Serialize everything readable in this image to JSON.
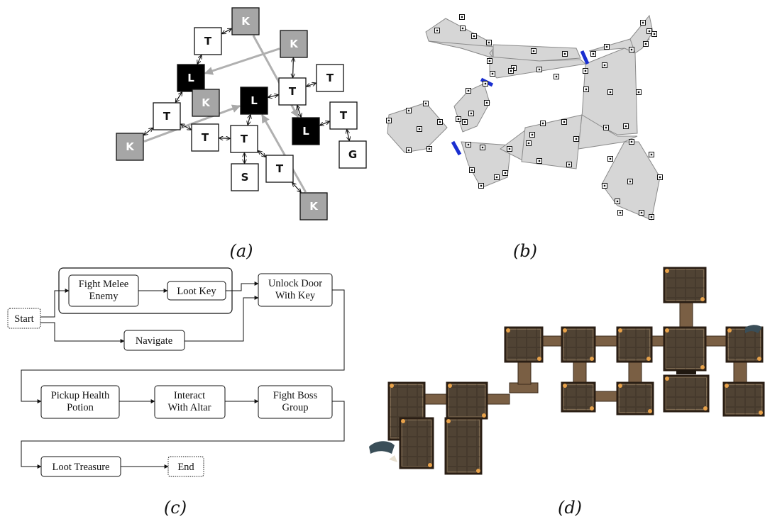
{
  "captions": [
    "(a)",
    "(b)",
    "(c)",
    "(d)"
  ],
  "graph_a": {
    "nodes": [
      {
        "id": "K1",
        "label": "K",
        "kind": "key"
      },
      {
        "id": "T1",
        "label": "T",
        "kind": "task"
      },
      {
        "id": "K2",
        "label": "K",
        "kind": "key"
      },
      {
        "id": "L1",
        "label": "L",
        "kind": "lock"
      },
      {
        "id": "K3",
        "label": "K",
        "kind": "key"
      },
      {
        "id": "T2",
        "label": "T",
        "kind": "task"
      },
      {
        "id": "L2",
        "label": "L",
        "kind": "lock"
      },
      {
        "id": "T3",
        "label": "T",
        "kind": "task"
      },
      {
        "id": "T4",
        "label": "T",
        "kind": "task"
      },
      {
        "id": "K4",
        "label": "K",
        "kind": "key"
      },
      {
        "id": "T5",
        "label": "T",
        "kind": "task"
      },
      {
        "id": "T6",
        "label": "T",
        "kind": "task"
      },
      {
        "id": "L3",
        "label": "L",
        "kind": "lock"
      },
      {
        "id": "T7",
        "label": "T",
        "kind": "task"
      },
      {
        "id": "G",
        "label": "G",
        "kind": "task"
      },
      {
        "id": "S",
        "label": "S",
        "kind": "task"
      },
      {
        "id": "T8",
        "label": "T",
        "kind": "task"
      },
      {
        "id": "K5",
        "label": "K",
        "kind": "key"
      }
    ],
    "edges": [
      [
        "T1",
        "K1"
      ],
      [
        "T1",
        "L1"
      ],
      [
        "L1",
        "K3"
      ],
      [
        "L1",
        "T2"
      ],
      [
        "T2",
        "K4"
      ],
      [
        "T2",
        "T4"
      ],
      [
        "T4",
        "T5"
      ],
      [
        "T5",
        "L2"
      ],
      [
        "T5",
        "S"
      ],
      [
        "T5",
        "T8"
      ],
      [
        "L2",
        "T6"
      ],
      [
        "T6",
        "K2"
      ],
      [
        "T6",
        "T3"
      ],
      [
        "T6",
        "L3"
      ],
      [
        "L3",
        "T7"
      ],
      [
        "T7",
        "G"
      ],
      [
        "T8",
        "K5"
      ]
    ],
    "key_links": [
      [
        "K1",
        "L3"
      ],
      [
        "K2",
        "L1"
      ],
      [
        "K4",
        "L2"
      ],
      [
        "K5",
        "L2"
      ]
    ],
    "colors": {
      "key": "#a6a6a6",
      "lock": "#000000",
      "task": "#ffffff",
      "key_link": "#b0b0b0"
    }
  },
  "flow_c": {
    "nodes": {
      "start": "Start",
      "melee": "Fight Melee\nEnemy",
      "loot": "Loot Key",
      "unlock": "Unlock Door\nWith Key",
      "nav": "Navigate",
      "potion": "Pickup Health\nPotion",
      "altar": "Interact\nWith Altar",
      "boss": "Fight Boss\nGroup",
      "treasure": "Loot Treasure",
      "end": "End"
    }
  },
  "map_d": {
    "colors": {
      "wall": "#4a3a2a",
      "floor": "#2b2620",
      "light": "#e8a24a"
    }
  },
  "navmesh_b": {
    "colors": {
      "fill": "#d6d6d6",
      "stroke": "#8a8a8a",
      "portal": "#1a2fd0"
    }
  }
}
